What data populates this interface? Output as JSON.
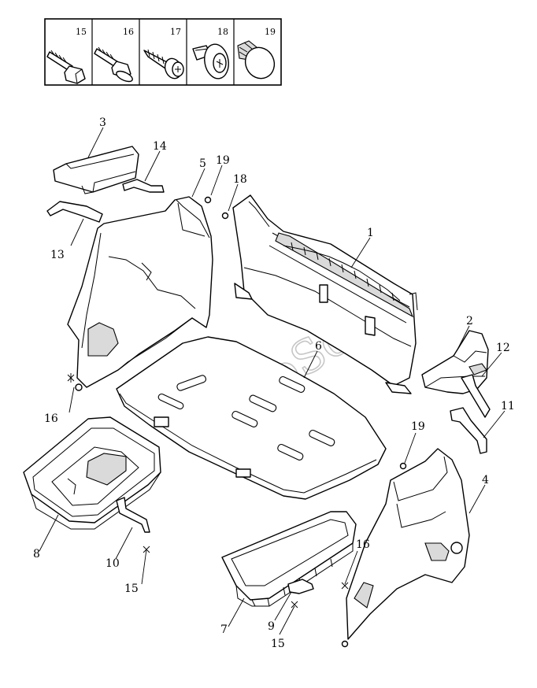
{
  "fastener_legend": {
    "items": [
      {
        "number": "15",
        "icon": "bolt-icon"
      },
      {
        "number": "16",
        "icon": "flange-bolt-icon"
      },
      {
        "number": "17",
        "icon": "self-tapping-screw-icon"
      },
      {
        "number": "18",
        "icon": "plastic-rivet-icon"
      },
      {
        "number": "19",
        "icon": "push-clip-icon"
      }
    ]
  },
  "callouts": {
    "c1": "1",
    "c2": "2",
    "c3": "3",
    "c4": "4",
    "c5": "5",
    "c6": "6",
    "c7": "7",
    "c8": "8",
    "c9": "9",
    "c10": "10",
    "c11": "11",
    "c12": "12",
    "c13": "13",
    "c14": "14",
    "c15a": "15",
    "c15b": "15",
    "c16a": "16",
    "c16b": "16",
    "c18": "18",
    "c19a": "19",
    "c19b": "19"
  },
  "watermark": "AutoSoft"
}
